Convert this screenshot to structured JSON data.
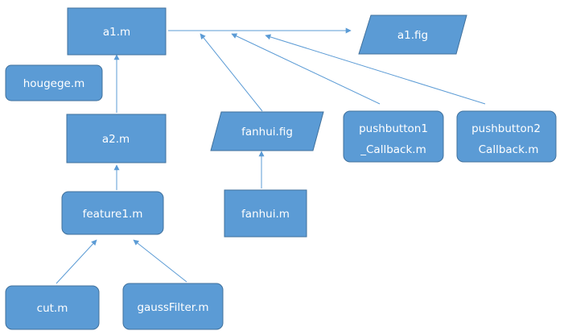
{
  "diagram": {
    "nodes": {
      "a1_m": "a1.m",
      "a1_fig": "a1.fig",
      "hougege_m": "hougege.m",
      "a2_m": "a2.m",
      "fanhui_fig": "fanhui.fig",
      "pushbutton1": [
        "pushbutton1",
        "_Callback.m"
      ],
      "pushbutton2": [
        "pushbutton2",
        "Callback.m"
      ],
      "feature1_m": "feature1.m",
      "fanhui_m": "fanhui.m",
      "cut_m": "cut.m",
      "gaussFilter_m": "gaussFilter.m"
    },
    "colors": {
      "fill": "#5b9bd5",
      "border": "#41719c",
      "text": "#ffffff",
      "connector": "#5b9bd5"
    }
  }
}
